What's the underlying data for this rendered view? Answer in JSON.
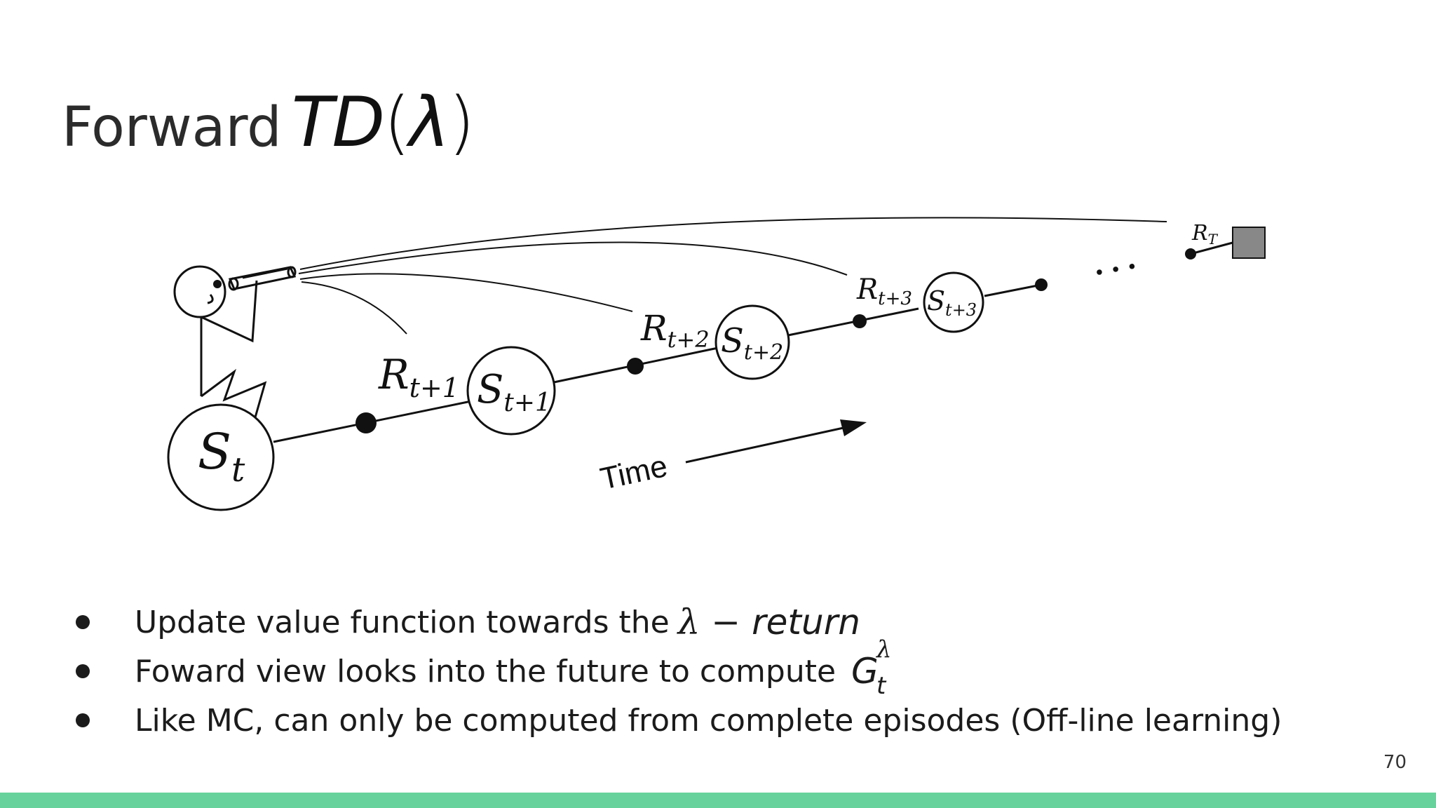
{
  "slide": {
    "title_word": "Forward",
    "title_math": "TD",
    "title_paren_open": "(",
    "title_lambda": "λ",
    "title_paren_close": ")",
    "page_number": "70",
    "footer_color": "#67d29b"
  },
  "diagram": {
    "states": [
      {
        "base": "S",
        "sub": "t"
      },
      {
        "base": "S",
        "sub": "t+1"
      },
      {
        "base": "S",
        "sub": "t+2"
      },
      {
        "base": "S",
        "sub": "t+3"
      }
    ],
    "rewards": [
      {
        "base": "R",
        "sub": "t+1"
      },
      {
        "base": "R",
        "sub": "t+2"
      },
      {
        "base": "R",
        "sub": "t+3"
      },
      {
        "base": "R",
        "sub": "T"
      }
    ],
    "time_label": "Time",
    "ellipsis": "• • •"
  },
  "bullets": [
    {
      "text": "Update value function towards the",
      "math_symbol": "λ −",
      "math_word": "return"
    },
    {
      "text": "Foward view looks into the future to compute",
      "math_base": "G",
      "math_sup": "λ",
      "math_sub": "t"
    },
    {
      "text": "Like MC, can only be computed from complete episodes (Off-line learning)"
    }
  ]
}
